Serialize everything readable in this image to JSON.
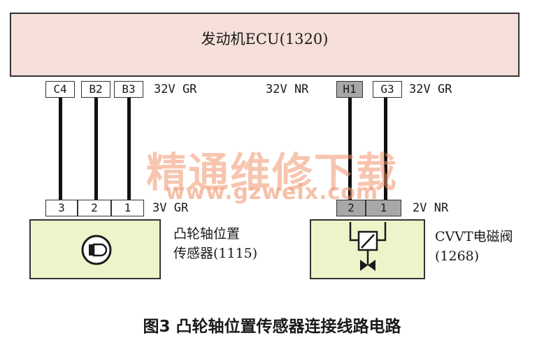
{
  "ecu": {
    "label": "发动机ECU(1320)",
    "pins_left": [
      "C4",
      "B2",
      "B3"
    ],
    "pins_right": [
      "H1",
      "G3"
    ]
  },
  "wire_notes": {
    "ecu_left": "32V GR",
    "ecu_mid": "32V NR",
    "ecu_right": "32V GR",
    "sensor": "3V GR",
    "valve": "2V NR"
  },
  "sensor": {
    "pins": [
      "3",
      "2",
      "1"
    ],
    "label_line1": "凸轮轴位置",
    "label_line2": "传感器(1115)"
  },
  "valve": {
    "pins": [
      "2",
      "1"
    ],
    "label_line1": "CVVT电磁阀",
    "label_line2": "(1268)"
  },
  "watermark": {
    "cn": "精通维修下载",
    "url": "www.gzweix.com"
  },
  "caption": "图3   凸轮轴位置传感器连接线路电路",
  "colors": {
    "ecu_fill": "#f6dfd9",
    "component_fill": "#eef3c9",
    "grey_pin": "#a8a8a8",
    "watermark": "#f0966e"
  }
}
